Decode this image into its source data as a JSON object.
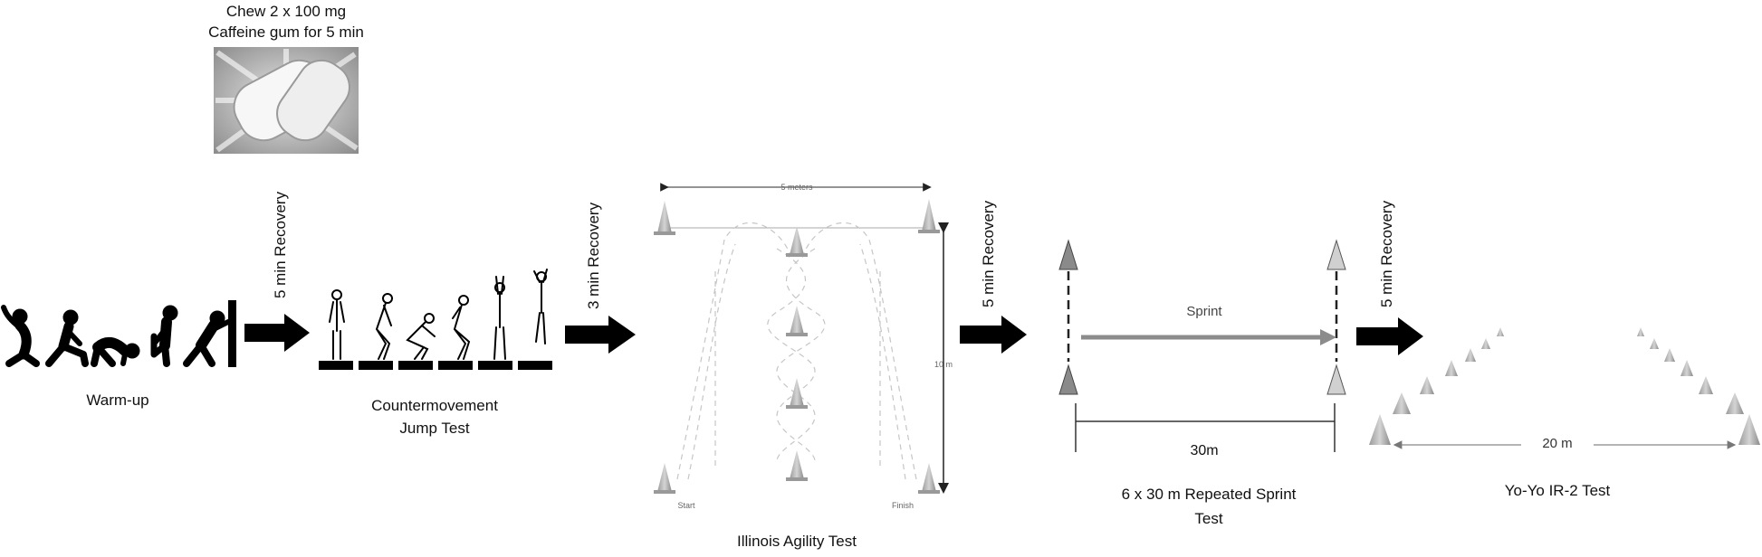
{
  "caffeine": {
    "line1": "Chew 2 x 100 mg",
    "line2": "Caffeine gum for 5 min"
  },
  "warmup": {
    "label": "Warm-up"
  },
  "recovery": {
    "r1": "5 min Recovery",
    "r2": "3 min Recovery",
    "r3": "5 min Recovery",
    "r4": "5 min Recovery"
  },
  "cmj": {
    "line1": "Countermovement",
    "line2": "Jump Test"
  },
  "illinois": {
    "label": "Illinois Agility Test",
    "width_label": "5 meters",
    "height_label": "10 m",
    "start": "Start",
    "finish": "Finish"
  },
  "sprint": {
    "arrow_label": "Sprint",
    "distance": "30m",
    "line1": "6 x 30 m Repeated Sprint",
    "line2": "Test"
  },
  "yoyo": {
    "distance": "20 m",
    "label": "Yo-Yo IR-2 Test"
  },
  "colors": {
    "ink": "#111111",
    "cone": "#b0b0b0",
    "cone_dark": "#8a8a8a",
    "arrow": "#000000",
    "sprint_arrow": "#8c8c8c"
  }
}
